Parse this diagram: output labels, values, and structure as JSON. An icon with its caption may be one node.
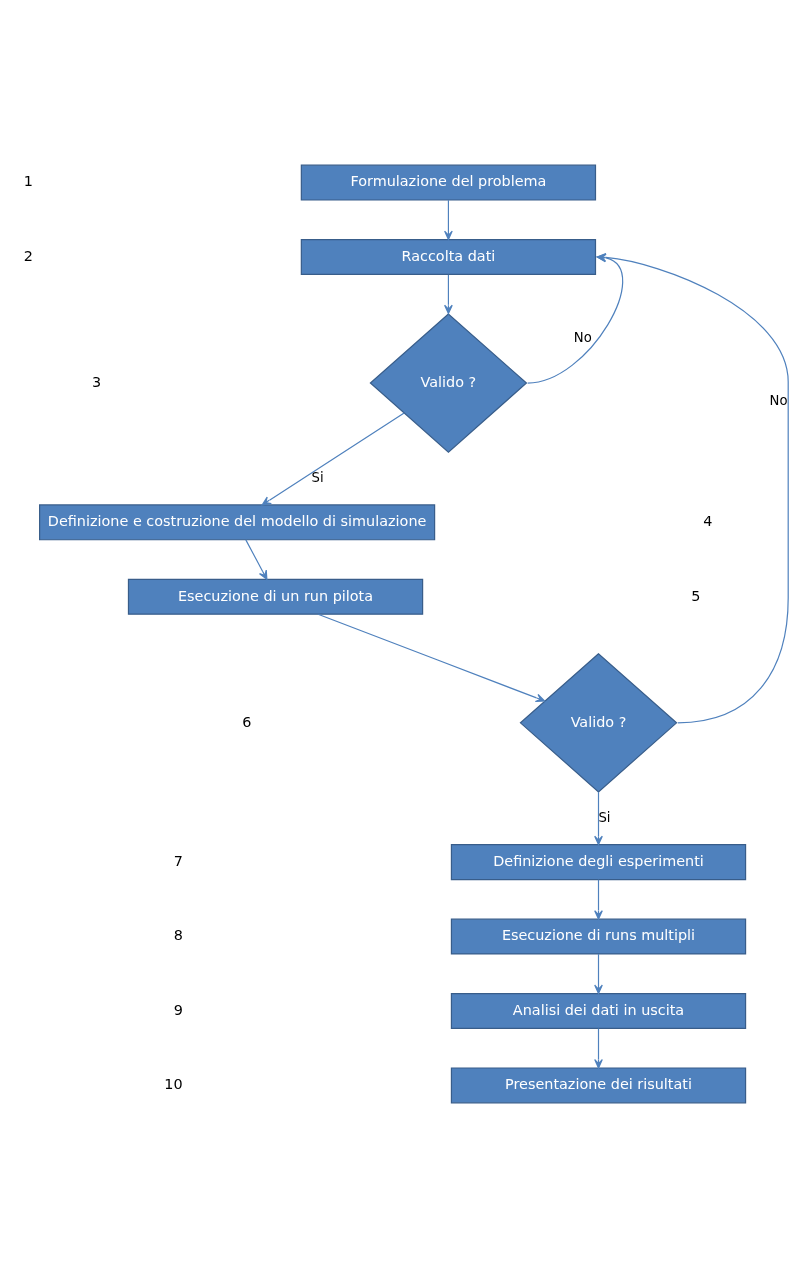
{
  "diagram": {
    "nodes": [
      {
        "text": [
          "Formulazione del problema"
        ]
      },
      {
        "text": [
          "Raccolta dati"
        ]
      },
      {
        "text": [
          "Valido ?"
        ]
      },
      {
        "text": [
          "Definizione e costruzione del modello di simulazione"
        ]
      },
      {
        "text": [
          "Esecuzione di un run pilota"
        ]
      },
      {
        "text": [
          "Valido ?"
        ]
      },
      {
        "text": [
          "Definizione degli esperimenti"
        ]
      },
      {
        "text": [
          "Esecuzione di runs multipli"
        ]
      },
      {
        "text": [
          "Analisi dei dati in uscita"
        ]
      },
      {
        "text": [
          "Presentazione dei risultati"
        ]
      }
    ],
    "edges": [
      {
        "from": 0,
        "to": 1,
        "arrow": "to"
      },
      {
        "from": 1,
        "to": 2,
        "arrow": "to"
      },
      {
        "from": 2,
        "to": 3,
        "label": "Si",
        "arrow": "to"
      },
      {
        "from": 2,
        "to": 1,
        "label": "No",
        "arrow": "to"
      },
      {
        "from": 3,
        "to": 4,
        "arrow": "to"
      },
      {
        "from": 4,
        "to": 5,
        "arrow": "to"
      },
      {
        "from": 5,
        "to": 6,
        "label": "Si",
        "arrow": "to"
      },
      {
        "from": 5,
        "to": 1,
        "label": "No",
        "arrow": "to"
      },
      {
        "from": 6,
        "to": 7,
        "arrow": "to"
      },
      {
        "from": 7,
        "to": 8,
        "arrow": "to"
      },
      {
        "from": 8,
        "to": 9,
        "arrow": "to"
      }
    ],
    "labels": [
      "1",
      "2",
      "3",
      "4",
      "5",
      "6",
      "7",
      "8",
      "9",
      "10"
    ]
  }
}
